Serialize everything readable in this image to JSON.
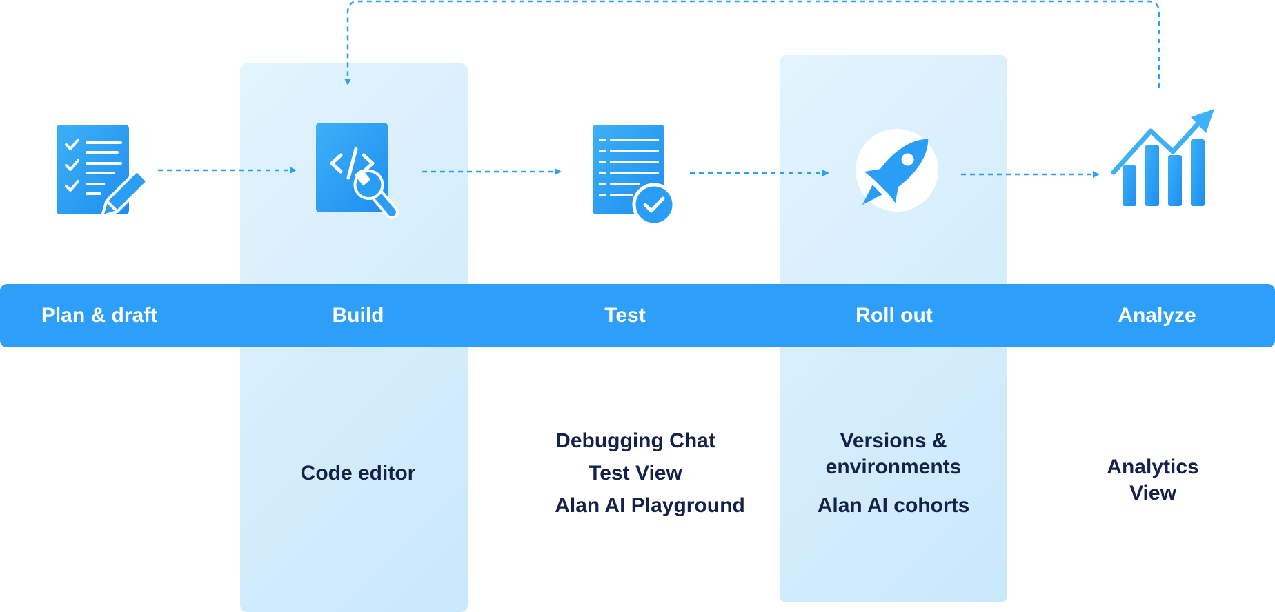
{
  "stages": [
    {
      "label": "Plan & draft",
      "icon": "checklist-pencil-icon"
    },
    {
      "label": "Build",
      "icon": "code-file-wrench-icon"
    },
    {
      "label": "Test",
      "icon": "document-check-icon"
    },
    {
      "label": "Roll out",
      "icon": "rocket-icon"
    },
    {
      "label": "Analyze",
      "icon": "bar-chart-trend-icon"
    }
  ],
  "tools": {
    "build": [
      "Code editor"
    ],
    "test": [
      "Debugging Chat",
      "Test View",
      "Alan AI Playground"
    ],
    "rollout": [
      "Versions &",
      "environments",
      "Alan AI cohorts"
    ],
    "analyze": [
      "Analytics",
      "View"
    ]
  },
  "colors": {
    "accent": "#2e9ff9",
    "icon_blue": "#2a9df4",
    "panel": "#d6eefc",
    "text_dark": "#14214a"
  }
}
